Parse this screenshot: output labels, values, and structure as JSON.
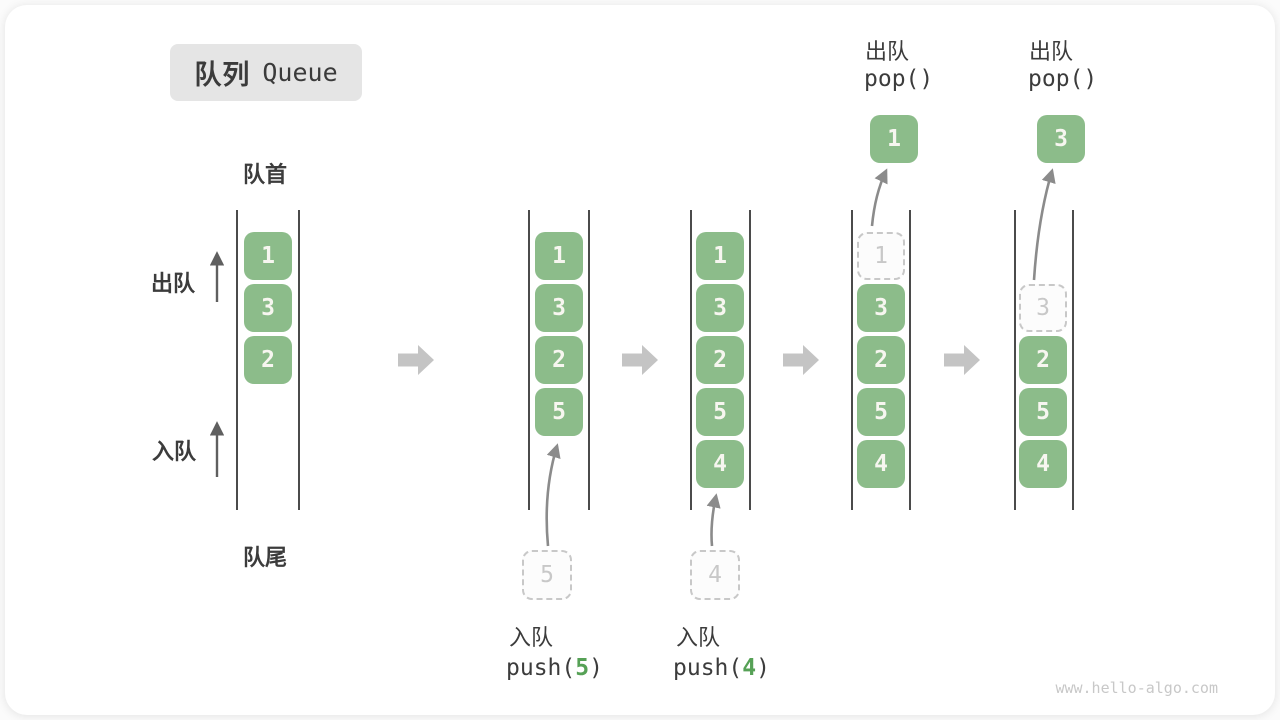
{
  "title": {
    "zh": "队列",
    "en": "Queue"
  },
  "labels": {
    "front": "队首",
    "rear": "队尾",
    "dequeue": "出队",
    "enqueue": "入队"
  },
  "operations": {
    "push5": {
      "label": "入队",
      "code_pre": "push(",
      "arg": "5",
      "code_post": ")"
    },
    "push4": {
      "label": "入队",
      "code_pre": "push(",
      "arg": "4",
      "code_post": ")"
    },
    "pop1": {
      "label": "出队",
      "code": "pop()"
    },
    "pop2": {
      "label": "出队",
      "code": "pop()"
    }
  },
  "states": [
    {
      "slots": [
        "1",
        "3",
        "2"
      ]
    },
    {
      "slots": [
        "1",
        "3",
        "2",
        "5"
      ],
      "pending": "5"
    },
    {
      "slots": [
        "1",
        "3",
        "2",
        "5",
        "4"
      ],
      "pending": "4"
    },
    {
      "ghost": "1",
      "slots": [
        "3",
        "2",
        "5",
        "4"
      ],
      "popped": "1"
    },
    {
      "ghost": "3",
      "slots": [
        "2",
        "5",
        "4"
      ],
      "popped": "3"
    }
  ],
  "icons": {
    "step_arrow": "right-block-arrow",
    "dequeue_direction": "up-arrow",
    "enqueue_direction": "up-arrow"
  },
  "colors": {
    "item_green": "#8CBC8A",
    "code_arg_green": "#56A156",
    "ghost_gray": "#C8C8C8",
    "block_arrow_gray": "#C4C4C4",
    "wall_gray": "#4B4B4B",
    "text_dark": "#3C3C3C",
    "title_bg": "#E5E5E5"
  },
  "watermark": "www.hello-algo.com"
}
